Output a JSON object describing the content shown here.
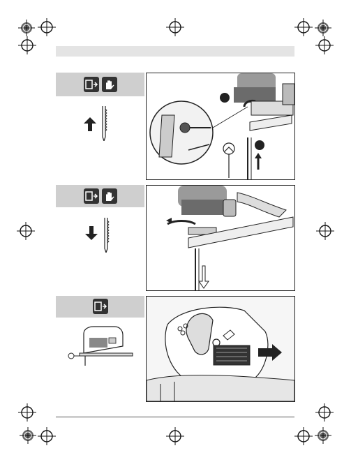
{
  "page": {
    "background": "#ffffff",
    "band_color": "#e4e4e4",
    "panel_color": "#cfcfcf"
  },
  "registration_marks": [
    "crosshair-icon",
    "crosshair-icon",
    "crosshair-icon",
    "crosshair-icon",
    "crosshair-icon",
    "crosshair-icon",
    "crosshair-icon",
    "crosshair-icon"
  ],
  "sections": [
    {
      "name": "blade-insert",
      "icons": [
        "unplug-icon",
        "gloves-icon"
      ],
      "arrow": "arrow-up-icon",
      "illustration": "jigsaw-blade-insertion-illustration"
    },
    {
      "name": "blade-release",
      "icons": [
        "unplug-icon",
        "gloves-icon"
      ],
      "arrow": "arrow-down-icon",
      "illustration": "jigsaw-blade-removal-illustration"
    },
    {
      "name": "pendulum-setting",
      "icons": [
        "unplug-icon"
      ],
      "illustration": "jigsaw-side-view-and-lever-closeup"
    }
  ]
}
